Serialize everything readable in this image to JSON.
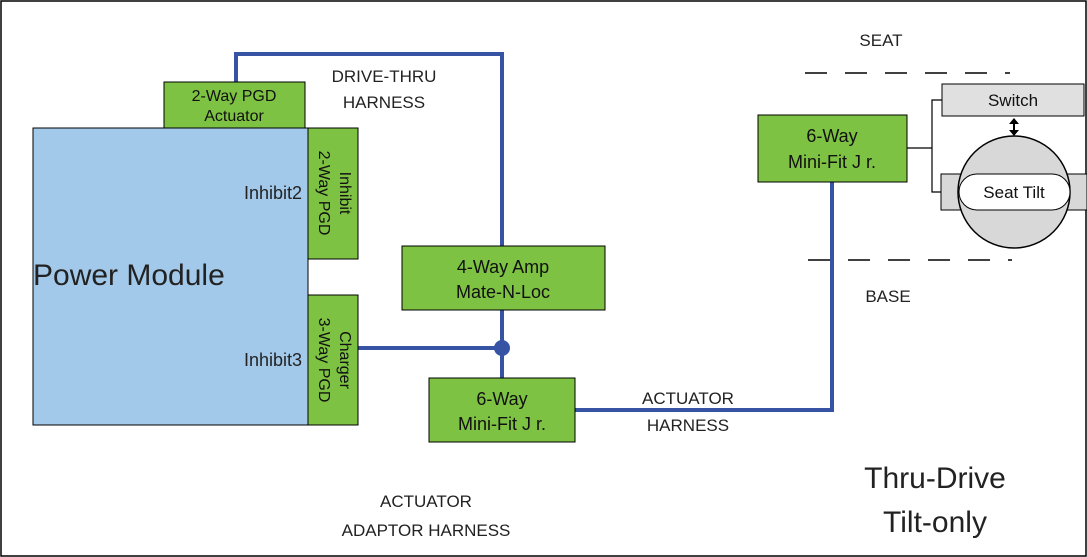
{
  "diagram": {
    "title_lines": [
      "Thru-Drive",
      "Tilt-only"
    ],
    "power_module": {
      "label": "Power Module",
      "inhibit2_label": "Inhibit2",
      "inhibit3_label": "Inhibit3"
    },
    "connectors": {
      "pgd_actuator": [
        "2-Way PGD",
        "Actuator"
      ],
      "pgd_inhibit": [
        "2-Way PGD",
        "Inhibit"
      ],
      "pgd_charger": [
        "3-Way PGD",
        "Charger"
      ],
      "amp_mate": [
        "4-Way Amp",
        "Mate-N-Loc"
      ],
      "minifit_lower": [
        "6-Way",
        "Mini-Fit J r."
      ],
      "minifit_upper": [
        "6-Way",
        "Mini-Fit J r."
      ]
    },
    "harness_labels": {
      "drive_thru": [
        "DRIVE-THRU",
        "HARNESS"
      ],
      "actuator": [
        "ACTUATOR",
        "HARNESS"
      ],
      "actuator_adaptor": [
        "ACTUATOR",
        "ADAPTOR HARNESS"
      ]
    },
    "seat_label": "SEAT",
    "base_label": "BASE",
    "switch_label": "Switch",
    "seat_tilt_label": "Seat Tilt",
    "colors": {
      "connector_fill": "#7dc242",
      "power_module_fill": "#a3c9ea",
      "wire": "#3653a4",
      "switch_fill": "#e0e0e0",
      "seat_tilt_fill": "#d8d8d8"
    }
  }
}
